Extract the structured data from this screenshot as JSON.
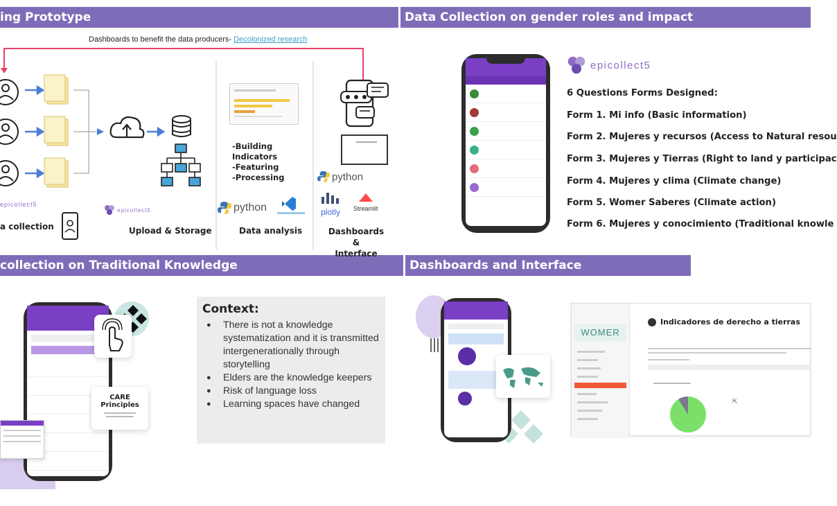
{
  "banners": {
    "prototype": "ing Prototype",
    "data_collection": "Data Collection on gender roles and impact",
    "traditional": "collection on Traditional Knowledge",
    "dashboards": "Dashboards and Interface"
  },
  "flow": {
    "caption": "Dashboards to benefit the data producers-",
    "caption_link": "Decolonized research",
    "stage_collection": "a collection",
    "stage_upload": "Upload & Storage",
    "analysis_bullets": [
      "-Building",
      "Indicators",
      "-Featuring",
      "-Processing"
    ],
    "stage_analysis": "Data analysis",
    "stage_dashboards": [
      "Dashboards &",
      "Interface"
    ],
    "logo_epicollect_small": "epicollect5",
    "logo_python": "python",
    "logo_python2": "python",
    "logo_plotly": "plotly",
    "logo_streamlit": "Streamlit"
  },
  "gender": {
    "logo": "epicollect5",
    "heading": "6 Questions Forms Designed:",
    "forms": [
      "Form 1. Mi info (Basic information)",
      "Form 2. Mujeres y recursos (Access to Natural resou",
      "Form 3. Mujeres y Tierras (Right to land y participac",
      "Form 4. Mujeres y clima (Climate change)",
      "Form 5. Womer Saberes (Climate action)",
      "Form 6. Mujeres y conocimiento (Traditional knowle"
    ]
  },
  "traditional": {
    "care_title": "CARE",
    "care_sub": "Principles",
    "context_title": "Context:",
    "context_items": [
      "There is not a knowledge systematization and it is transmitted intergenerationally through storytelling",
      "Elders are the knowledge keepers",
      "Risk of language loss",
      "Learning spaces have changed"
    ]
  },
  "dashboard": {
    "brand": "WOMER",
    "title": "Indicadores de derecho a tierras"
  },
  "colors": {
    "banner": "#7e6cb8",
    "arrow": "#e8406a",
    "flow_arrow": "#4a7fd6",
    "purple": "#7b3fc6"
  }
}
